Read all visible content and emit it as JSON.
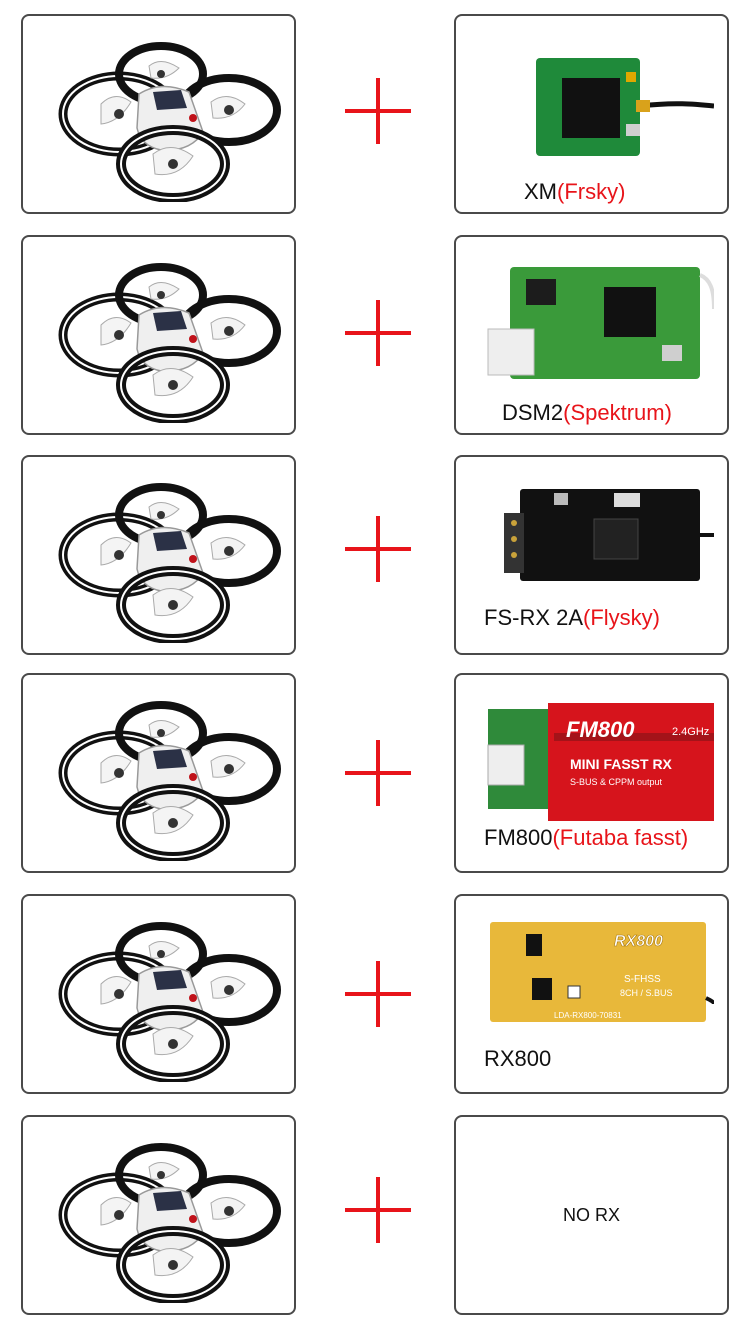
{
  "rows": [
    {
      "name": "XM",
      "brand": "(Frsky)"
    },
    {
      "name": "DSM2",
      "brand": "(Spektrum)"
    },
    {
      "name": "FS-RX 2A",
      "brand": "(Flysky)"
    },
    {
      "name": "FM800",
      "brand": "(Futaba fasst)"
    },
    {
      "name": "RX800",
      "brand": ""
    },
    {
      "name": "NO RX",
      "brand": ""
    }
  ],
  "board_print": {
    "fm800_title": "FM800",
    "fm800_freq": "2.4GHz",
    "fm800_sub": "MINI FASST RX",
    "fm800_out": "S-BUS & CPPM output",
    "rx800_title": "RX800",
    "rx800_mode": "S-FHSS",
    "rx800_ch": "8CH / S.BUS",
    "rx800_code": "LDA-RX800-70831"
  },
  "colors": {
    "accent": "#e8141a",
    "border": "#4a4a4a"
  }
}
